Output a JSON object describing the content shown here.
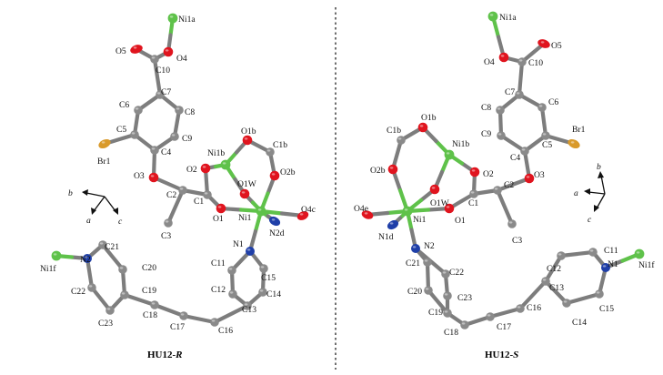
{
  "panels": [
    {
      "name": "R",
      "caption_main": "HU12-",
      "caption_suffix": "R",
      "axes": {
        "a": "a",
        "b": "b",
        "c": "c"
      },
      "labels": [
        {
          "text": "Ni1a",
          "kind": "ni"
        },
        {
          "text": "O5",
          "kind": "o"
        },
        {
          "text": "O4",
          "kind": "o"
        },
        {
          "text": "C10",
          "kind": "c"
        },
        {
          "text": "C7",
          "kind": "c"
        },
        {
          "text": "C6",
          "kind": "c"
        },
        {
          "text": "C8",
          "kind": "c"
        },
        {
          "text": "C5",
          "kind": "c"
        },
        {
          "text": "C9",
          "kind": "c"
        },
        {
          "text": "C4",
          "kind": "c"
        },
        {
          "text": "Br1",
          "kind": "br"
        },
        {
          "text": "O3",
          "kind": "o"
        },
        {
          "text": "O1b",
          "kind": "o"
        },
        {
          "text": "Ni1b",
          "kind": "ni"
        },
        {
          "text": "C1b",
          "kind": "c"
        },
        {
          "text": "O2",
          "kind": "o"
        },
        {
          "text": "O2b",
          "kind": "o"
        },
        {
          "text": "C2",
          "kind": "c"
        },
        {
          "text": "C1",
          "kind": "c"
        },
        {
          "text": "O1W",
          "kind": "o"
        },
        {
          "text": "O4c",
          "kind": "o"
        },
        {
          "text": "O1",
          "kind": "o"
        },
        {
          "text": "Ni1",
          "kind": "ni"
        },
        {
          "text": "C3",
          "kind": "c"
        },
        {
          "text": "N2d",
          "kind": "n"
        },
        {
          "text": "N1",
          "kind": "n"
        },
        {
          "text": "C21",
          "kind": "c"
        },
        {
          "text": "N2",
          "kind": "n"
        },
        {
          "text": "Ni1f",
          "kind": "ni"
        },
        {
          "text": "C20",
          "kind": "c"
        },
        {
          "text": "C11",
          "kind": "c"
        },
        {
          "text": "C15",
          "kind": "c"
        },
        {
          "text": "C19",
          "kind": "c"
        },
        {
          "text": "C12",
          "kind": "c"
        },
        {
          "text": "C14",
          "kind": "c"
        },
        {
          "text": "C22",
          "kind": "c"
        },
        {
          "text": "C23",
          "kind": "c"
        },
        {
          "text": "C18",
          "kind": "c"
        },
        {
          "text": "C13",
          "kind": "c"
        },
        {
          "text": "C17",
          "kind": "c"
        },
        {
          "text": "C16",
          "kind": "c"
        }
      ]
    },
    {
      "name": "S",
      "caption_main": "HU12-",
      "caption_suffix": "S",
      "axes": {
        "a": "a",
        "b": "b",
        "c": "c"
      },
      "labels": [
        {
          "text": "Ni1a",
          "kind": "ni"
        },
        {
          "text": "O5",
          "kind": "o"
        },
        {
          "text": "O4",
          "kind": "o"
        },
        {
          "text": "C10",
          "kind": "c"
        },
        {
          "text": "C7",
          "kind": "c"
        },
        {
          "text": "C6",
          "kind": "c"
        },
        {
          "text": "C8",
          "kind": "c"
        },
        {
          "text": "Br1",
          "kind": "br"
        },
        {
          "text": "C1b",
          "kind": "c"
        },
        {
          "text": "O1b",
          "kind": "o"
        },
        {
          "text": "C5",
          "kind": "c"
        },
        {
          "text": "C9",
          "kind": "c"
        },
        {
          "text": "Ni1b",
          "kind": "ni"
        },
        {
          "text": "C4",
          "kind": "c"
        },
        {
          "text": "O3",
          "kind": "o"
        },
        {
          "text": "O2b",
          "kind": "o"
        },
        {
          "text": "O2",
          "kind": "o"
        },
        {
          "text": "C2",
          "kind": "c"
        },
        {
          "text": "O1W",
          "kind": "o"
        },
        {
          "text": "C1",
          "kind": "c"
        },
        {
          "text": "O4e",
          "kind": "o"
        },
        {
          "text": "Ni1",
          "kind": "ni"
        },
        {
          "text": "O1",
          "kind": "o"
        },
        {
          "text": "N1d",
          "kind": "n"
        },
        {
          "text": "C3",
          "kind": "c"
        },
        {
          "text": "N2",
          "kind": "n"
        },
        {
          "text": "C11",
          "kind": "c"
        },
        {
          "text": "C12",
          "kind": "c"
        },
        {
          "text": "C21",
          "kind": "c"
        },
        {
          "text": "C22",
          "kind": "c"
        },
        {
          "text": "N1",
          "kind": "n"
        },
        {
          "text": "Ni1f",
          "kind": "ni"
        },
        {
          "text": "C20",
          "kind": "c"
        },
        {
          "text": "C23",
          "kind": "c"
        },
        {
          "text": "C13",
          "kind": "c"
        },
        {
          "text": "C15",
          "kind": "c"
        },
        {
          "text": "C19",
          "kind": "c"
        },
        {
          "text": "C16",
          "kind": "c"
        },
        {
          "text": "C14",
          "kind": "c"
        },
        {
          "text": "C17",
          "kind": "c"
        },
        {
          "text": "C18",
          "kind": "c"
        }
      ]
    }
  ],
  "colors": {
    "carbon": "#8a8a8a",
    "oxygen": "#e0141e",
    "nitrogen": "#1f3fa8",
    "nickel": "#5fc24a",
    "bromine": "#d99a2b",
    "bond": "#7d7d7d"
  }
}
